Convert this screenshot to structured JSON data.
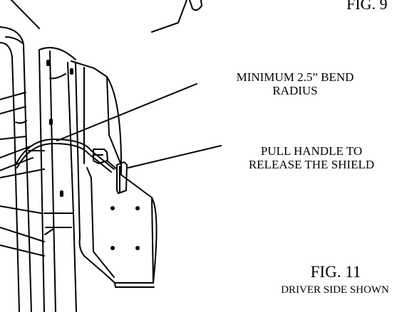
{
  "labels": {
    "fig9": "FIG. 9",
    "bend_line1": "MINIMUM 2.5” BEND",
    "bend_line2": "RADIUS",
    "pull_line1": "PULL HANDLE TO",
    "pull_line2": "RELEASE THE SHIELD",
    "fig11": "FIG. 11",
    "driver": "DRIVER SIDE SHOWN"
  },
  "colors": {
    "ink": "#000000",
    "paper": "#ffffff"
  }
}
